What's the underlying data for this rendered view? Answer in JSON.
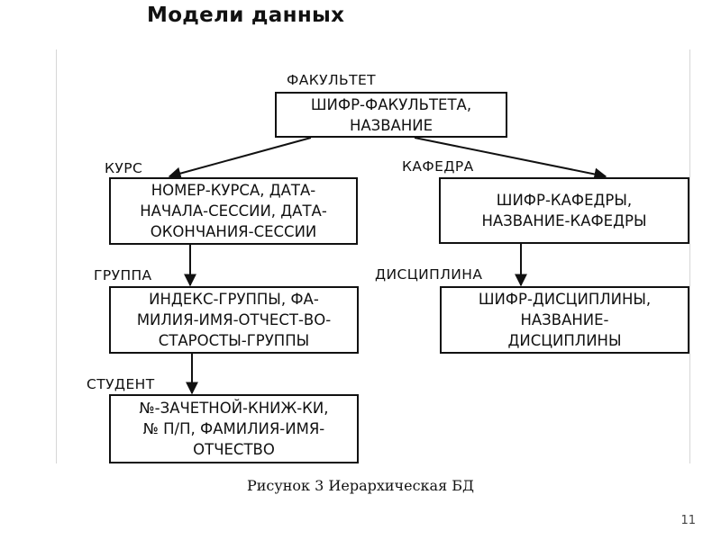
{
  "slide": {
    "title": "Модели данных",
    "caption": "Рисунок 3 Иерархическая БД",
    "page_number": "11"
  },
  "diagram": {
    "faculty": {
      "label": "ФАКУЛЬТЕТ",
      "fields": "ШИФР-ФАКУЛЬТЕТА,\nНАЗВАНИЕ"
    },
    "course": {
      "label": "КУРС",
      "fields": "НОМЕР-КУРСА, ДАТА-\nНАЧАЛА-СЕССИИ, ДАТА-\nОКОНЧАНИЯ-СЕССИИ"
    },
    "department": {
      "label": "КАФЕДРА",
      "fields": "ШИФР-КАФЕДРЫ,\nНАЗВАНИЕ-КАФЕДРЫ"
    },
    "group": {
      "label": "ГРУППА",
      "fields": "ИНДЕКС-ГРУППЫ, ФА-\nМИЛИЯ-ИМЯ-ОТЧЕСТ-ВО-\nСТАРОСТЫ-ГРУППЫ"
    },
    "discipline": {
      "label": "ДИСЦИПЛИНА",
      "fields": "ШИФР-ДИСЦИПЛИНЫ,\nНАЗВАНИЕ-\nДИСЦИПЛИНЫ"
    },
    "student": {
      "label": "СТУДЕНТ",
      "fields": "№-ЗАЧЕТНОЙ-КНИЖ-КИ,\n№ П/П, ФАМИЛИЯ-ИМЯ-\nОТЧЕСТВО"
    }
  }
}
